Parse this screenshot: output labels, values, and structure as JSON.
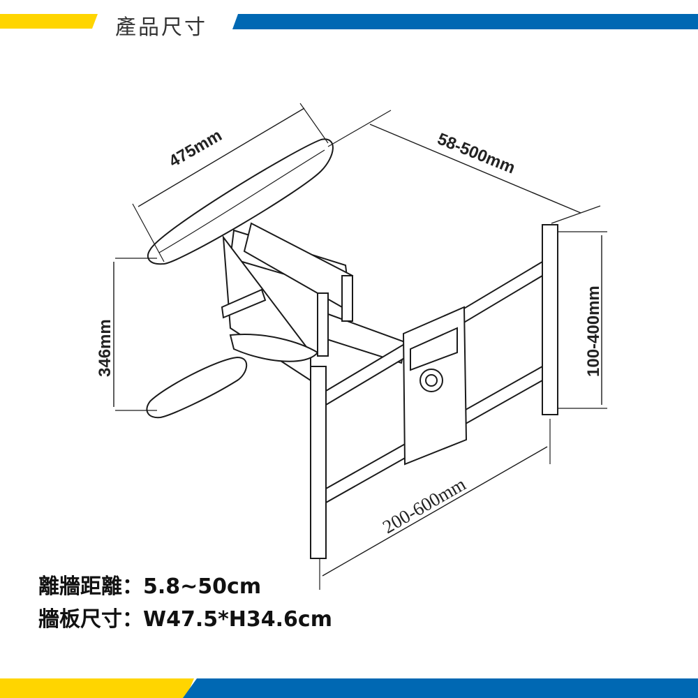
{
  "header": {
    "title": "產品尺寸"
  },
  "colors": {
    "yellow": "#FFD500",
    "blue": "#0068B3",
    "line": "#1a1a1a"
  },
  "dimensions": {
    "plate_length": "475mm",
    "extension": "58-500mm",
    "height": "346mm",
    "vertical_vesa": "100-400mm",
    "horizontal_vesa": "200-600mm"
  },
  "specs": [
    {
      "label": "離牆距離",
      "sep": "：",
      "value": "5.8~50cm"
    },
    {
      "label": "牆板尺寸",
      "sep": "：",
      "value": "W47.5*H34.6cm"
    }
  ]
}
